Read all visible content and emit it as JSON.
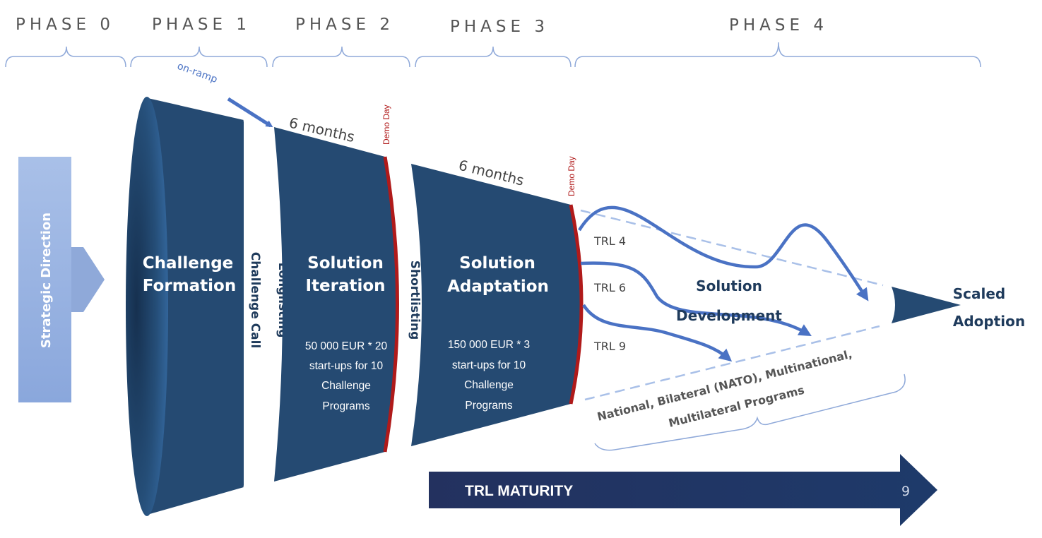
{
  "phases": [
    "PHASE 0",
    "PHASE 1",
    "PHASE 2",
    "PHASE 3",
    "PHASE 4"
  ],
  "strategic_direction": "Strategic Direction",
  "on_ramp": "on-ramp",
  "challenge_formation": {
    "line1": "Challenge",
    "line2": "Formation"
  },
  "challenge_call": {
    "line1": "Longlisting",
    "line2": "Challenge Call"
  },
  "solution_iteration": {
    "line1": "Solution",
    "line2": "Iteration",
    "funding": [
      "50 000 EUR * 20",
      "start-ups for 10",
      "Challenge",
      "Programs"
    ]
  },
  "shortlisting": "Shortlisting",
  "solution_adaptation": {
    "line1": "Solution",
    "line2": "Adaptation",
    "funding": [
      "150 000 EUR * 3",
      "start-ups for 10",
      "Challenge",
      "Programs"
    ]
  },
  "durations": [
    "6 months",
    "6 months"
  ],
  "demo_day": "Demo Day",
  "trl_levels": [
    "TRL 4",
    "TRL 6",
    "TRL 9"
  ],
  "solution_development": {
    "line1": "Solution",
    "line2": "Development"
  },
  "programs": {
    "line1": "National, Bilateral (NATO), Multinational,",
    "line2": "Multilateral Programs"
  },
  "scaled_adoption": {
    "line1": "Scaled",
    "line2": "Adoption"
  },
  "trl_maturity": {
    "label": "TRL MATURITY",
    "end_value": "9"
  },
  "colors": {
    "funnel_dark": "#1f3b5c",
    "funnel_mid": "#254a72",
    "accent_blue": "#4a72c4",
    "demo_red": "#b01a1a",
    "light_blue": "#8fa9d9",
    "arrow_navy": "#1f2f5a"
  }
}
